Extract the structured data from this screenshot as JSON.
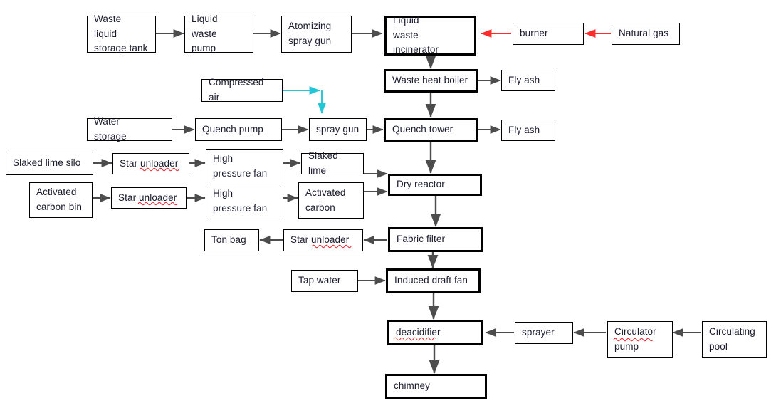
{
  "diagram": {
    "title": "Liquid waste incineration flue gas treatment process flow",
    "colors": {
      "box_border": "#000000",
      "text": "#1a1a2e",
      "arrow_default": "#4d4d4d",
      "arrow_fuel": "#ff2a2a",
      "arrow_air": "#20c8d8",
      "spellcheck_underline": "#e8262b"
    },
    "nodes": [
      {
        "id": "waste_liquid_storage_tank",
        "label": "Waste  liquid\nstorage tank",
        "emphasis": "normal"
      },
      {
        "id": "liquid_waste_pump",
        "label": "Liquid   waste\npump",
        "emphasis": "normal"
      },
      {
        "id": "atomizing_spray_gun",
        "label": "Atomizing\nspray gun",
        "emphasis": "normal"
      },
      {
        "id": "liquid_waste_incinerator",
        "label": "Liquid          waste\nincinerator",
        "emphasis": "thick"
      },
      {
        "id": "burner",
        "label": "burner",
        "emphasis": "normal"
      },
      {
        "id": "natural_gas",
        "label": "Natural gas",
        "emphasis": "normal"
      },
      {
        "id": "waste_heat_boiler",
        "label": "Waste heat boiler",
        "emphasis": "thick"
      },
      {
        "id": "fly_ash_1",
        "label": "Fly ash",
        "emphasis": "normal"
      },
      {
        "id": "compressed_air",
        "label": "Compressed air",
        "emphasis": "normal"
      },
      {
        "id": "water_storage",
        "label": "Water     storage",
        "emphasis": "normal"
      },
      {
        "id": "quench_pump",
        "label": "Quench pump",
        "emphasis": "normal"
      },
      {
        "id": "spray_gun",
        "label": "spray gun",
        "emphasis": "normal"
      },
      {
        "id": "quench_tower",
        "label": "Quench tower",
        "emphasis": "thick"
      },
      {
        "id": "fly_ash_2",
        "label": "Fly ash",
        "emphasis": "normal"
      },
      {
        "id": "slaked_lime_silo",
        "label": "Slaked lime silo",
        "emphasis": "normal"
      },
      {
        "id": "star_unloader_1",
        "label": "Star unloader",
        "emphasis": "normal"
      },
      {
        "id": "high_pressure_fan_1",
        "label": "High\npressure fan",
        "emphasis": "normal"
      },
      {
        "id": "slaked_lime",
        "label": "Slaked lime",
        "emphasis": "normal"
      },
      {
        "id": "activated_carbon_bin",
        "label": "Activated\ncarbon bin",
        "emphasis": "normal"
      },
      {
        "id": "star_unloader_2",
        "label": "Star unloader",
        "emphasis": "normal"
      },
      {
        "id": "high_pressure_fan_2",
        "label": "High\npressure fan",
        "emphasis": "normal"
      },
      {
        "id": "activated_carbon",
        "label": "Activated\ncarbon",
        "emphasis": "normal"
      },
      {
        "id": "dry_reactor",
        "label": "Dry reactor",
        "emphasis": "thick"
      },
      {
        "id": "ton_bag",
        "label": "Ton bag",
        "emphasis": "normal"
      },
      {
        "id": "star_unloader_3",
        "label": "Star unloader",
        "emphasis": "normal"
      },
      {
        "id": "fabric_filter",
        "label": "Fabric filter",
        "emphasis": "thick"
      },
      {
        "id": "tap_water",
        "label": "Tap water",
        "emphasis": "normal"
      },
      {
        "id": "induced_draft_fan",
        "label": "Induced draft fan",
        "emphasis": "thick"
      },
      {
        "id": "deacidifier",
        "label": "deacidifier",
        "emphasis": "thick"
      },
      {
        "id": "sprayer",
        "label": "sprayer",
        "emphasis": "normal"
      },
      {
        "id": "circulator_pump",
        "label": "Circulator\npump",
        "emphasis": "normal"
      },
      {
        "id": "circulating_pool",
        "label": "Circulating\npool",
        "emphasis": "normal"
      },
      {
        "id": "chimney",
        "label": "chimney",
        "emphasis": "thick"
      }
    ],
    "edges": [
      {
        "from": "waste_liquid_storage_tank",
        "to": "liquid_waste_pump",
        "color": "default"
      },
      {
        "from": "liquid_waste_pump",
        "to": "atomizing_spray_gun",
        "color": "default"
      },
      {
        "from": "atomizing_spray_gun",
        "to": "liquid_waste_incinerator",
        "color": "default"
      },
      {
        "from": "burner",
        "to": "liquid_waste_incinerator",
        "color": "fuel"
      },
      {
        "from": "natural_gas",
        "to": "burner",
        "color": "fuel"
      },
      {
        "from": "liquid_waste_incinerator",
        "to": "waste_heat_boiler",
        "color": "default"
      },
      {
        "from": "waste_heat_boiler",
        "to": "fly_ash_1",
        "color": "default"
      },
      {
        "from": "waste_heat_boiler",
        "to": "quench_tower",
        "color": "default"
      },
      {
        "from": "compressed_air",
        "to": "spray_gun",
        "color": "air"
      },
      {
        "from": "water_storage",
        "to": "quench_pump",
        "color": "default"
      },
      {
        "from": "quench_pump",
        "to": "spray_gun",
        "color": "default"
      },
      {
        "from": "spray_gun",
        "to": "quench_tower",
        "color": "default"
      },
      {
        "from": "quench_tower",
        "to": "fly_ash_2",
        "color": "default"
      },
      {
        "from": "quench_tower",
        "to": "dry_reactor",
        "color": "default"
      },
      {
        "from": "slaked_lime_silo",
        "to": "star_unloader_1",
        "color": "default"
      },
      {
        "from": "star_unloader_1",
        "to": "high_pressure_fan_1",
        "color": "default"
      },
      {
        "from": "high_pressure_fan_1",
        "to": "slaked_lime",
        "color": "default"
      },
      {
        "from": "slaked_lime",
        "to": "dry_reactor",
        "color": "default"
      },
      {
        "from": "activated_carbon_bin",
        "to": "star_unloader_2",
        "color": "default"
      },
      {
        "from": "star_unloader_2",
        "to": "high_pressure_fan_2",
        "color": "default"
      },
      {
        "from": "high_pressure_fan_2",
        "to": "activated_carbon",
        "color": "default"
      },
      {
        "from": "activated_carbon",
        "to": "dry_reactor",
        "color": "default"
      },
      {
        "from": "dry_reactor",
        "to": "fabric_filter",
        "color": "default"
      },
      {
        "from": "fabric_filter",
        "to": "star_unloader_3",
        "color": "default"
      },
      {
        "from": "star_unloader_3",
        "to": "ton_bag",
        "color": "default"
      },
      {
        "from": "fabric_filter",
        "to": "induced_draft_fan",
        "color": "default"
      },
      {
        "from": "tap_water",
        "to": "induced_draft_fan",
        "color": "default"
      },
      {
        "from": "induced_draft_fan",
        "to": "deacidifier",
        "color": "default"
      },
      {
        "from": "circulating_pool",
        "to": "circulator_pump",
        "color": "default"
      },
      {
        "from": "circulator_pump",
        "to": "sprayer",
        "color": "default"
      },
      {
        "from": "sprayer",
        "to": "deacidifier",
        "color": "default"
      },
      {
        "from": "deacidifier",
        "to": "chimney",
        "color": "default"
      }
    ],
    "spellcheck_words": [
      "unloader",
      "unloader",
      "unloader",
      "deacidifier",
      "Circulator"
    ]
  }
}
